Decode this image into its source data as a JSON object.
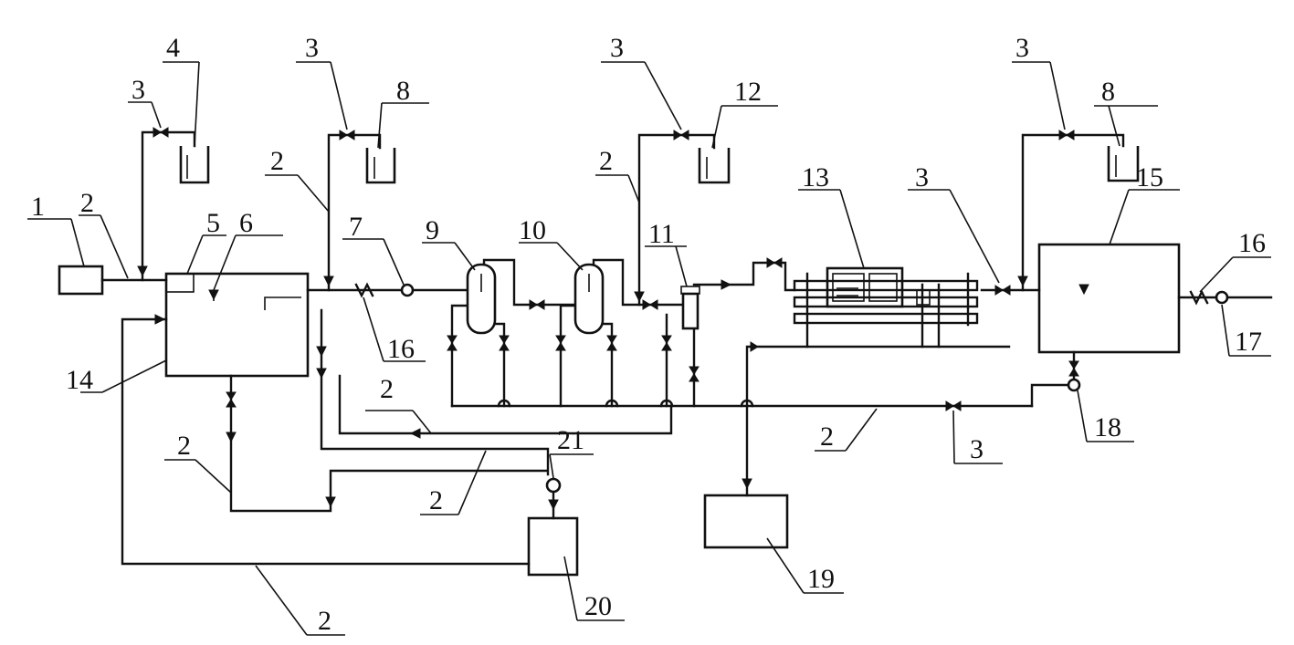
{
  "labels": {
    "1": "1",
    "2": "2",
    "3": "3",
    "4": "4",
    "5": "5",
    "6": "6",
    "7": "7",
    "8": "8",
    "9": "9",
    "10": "10",
    "11": "11",
    "12": "12",
    "13": "13",
    "14": "14",
    "15": "15",
    "16": "16",
    "17": "17",
    "18": "18",
    "19": "19",
    "20": "20",
    "21": "21"
  }
}
